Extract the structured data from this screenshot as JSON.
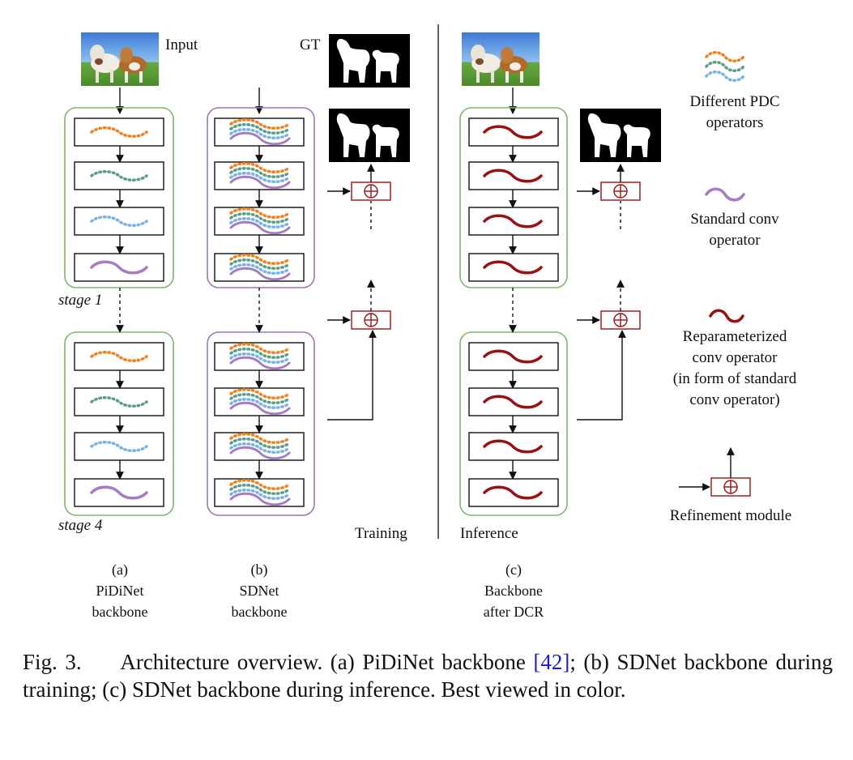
{
  "labels": {
    "input": "Input",
    "gt": "GT",
    "stage1": "stage 1",
    "stage4": "stage 4",
    "training": "Training",
    "inference": "Inference"
  },
  "legend": {
    "pdc_line1": "Different PDC",
    "pdc_line2": "operators",
    "std_line1": "Standard conv",
    "std_line2": "operator",
    "rep_line1": "Reparameterized",
    "rep_line2": "conv operator",
    "rep_line3": "(in form of standard",
    "rep_line4": "conv operator)",
    "ref": "Refinement module"
  },
  "subfigs": {
    "a_tag": "(a)",
    "a_line1": "PiDiNet",
    "a_line2": "backbone",
    "b_tag": "(b)",
    "b_line1": "SDNet",
    "b_line2": "backbone",
    "c_tag": "(c)",
    "c_line1": "Backbone",
    "c_line2": "after DCR"
  },
  "caption": {
    "prefix": "Fig. 3.",
    "text1": "Architecture overview. (a) PiDiNet backbone ",
    "ref": "[42]",
    "text2": "; (b) SDNet backbone during training; (c) SDNet backbone during inference. Best viewed in color."
  },
  "colors": {
    "orange": "#f0821e",
    "teal": "#5a9e8a",
    "blue": "#74b4e8",
    "purple": "#a87cc4",
    "darkred": "#9b1111",
    "green_frame": "#7fb86a",
    "purple_frame": "#9b77b8"
  },
  "icons": {
    "input_image": "cow-photo-icon",
    "gt_image": "cow-edge-mask-icon",
    "ref_symbol": "circled-plus-icon"
  }
}
